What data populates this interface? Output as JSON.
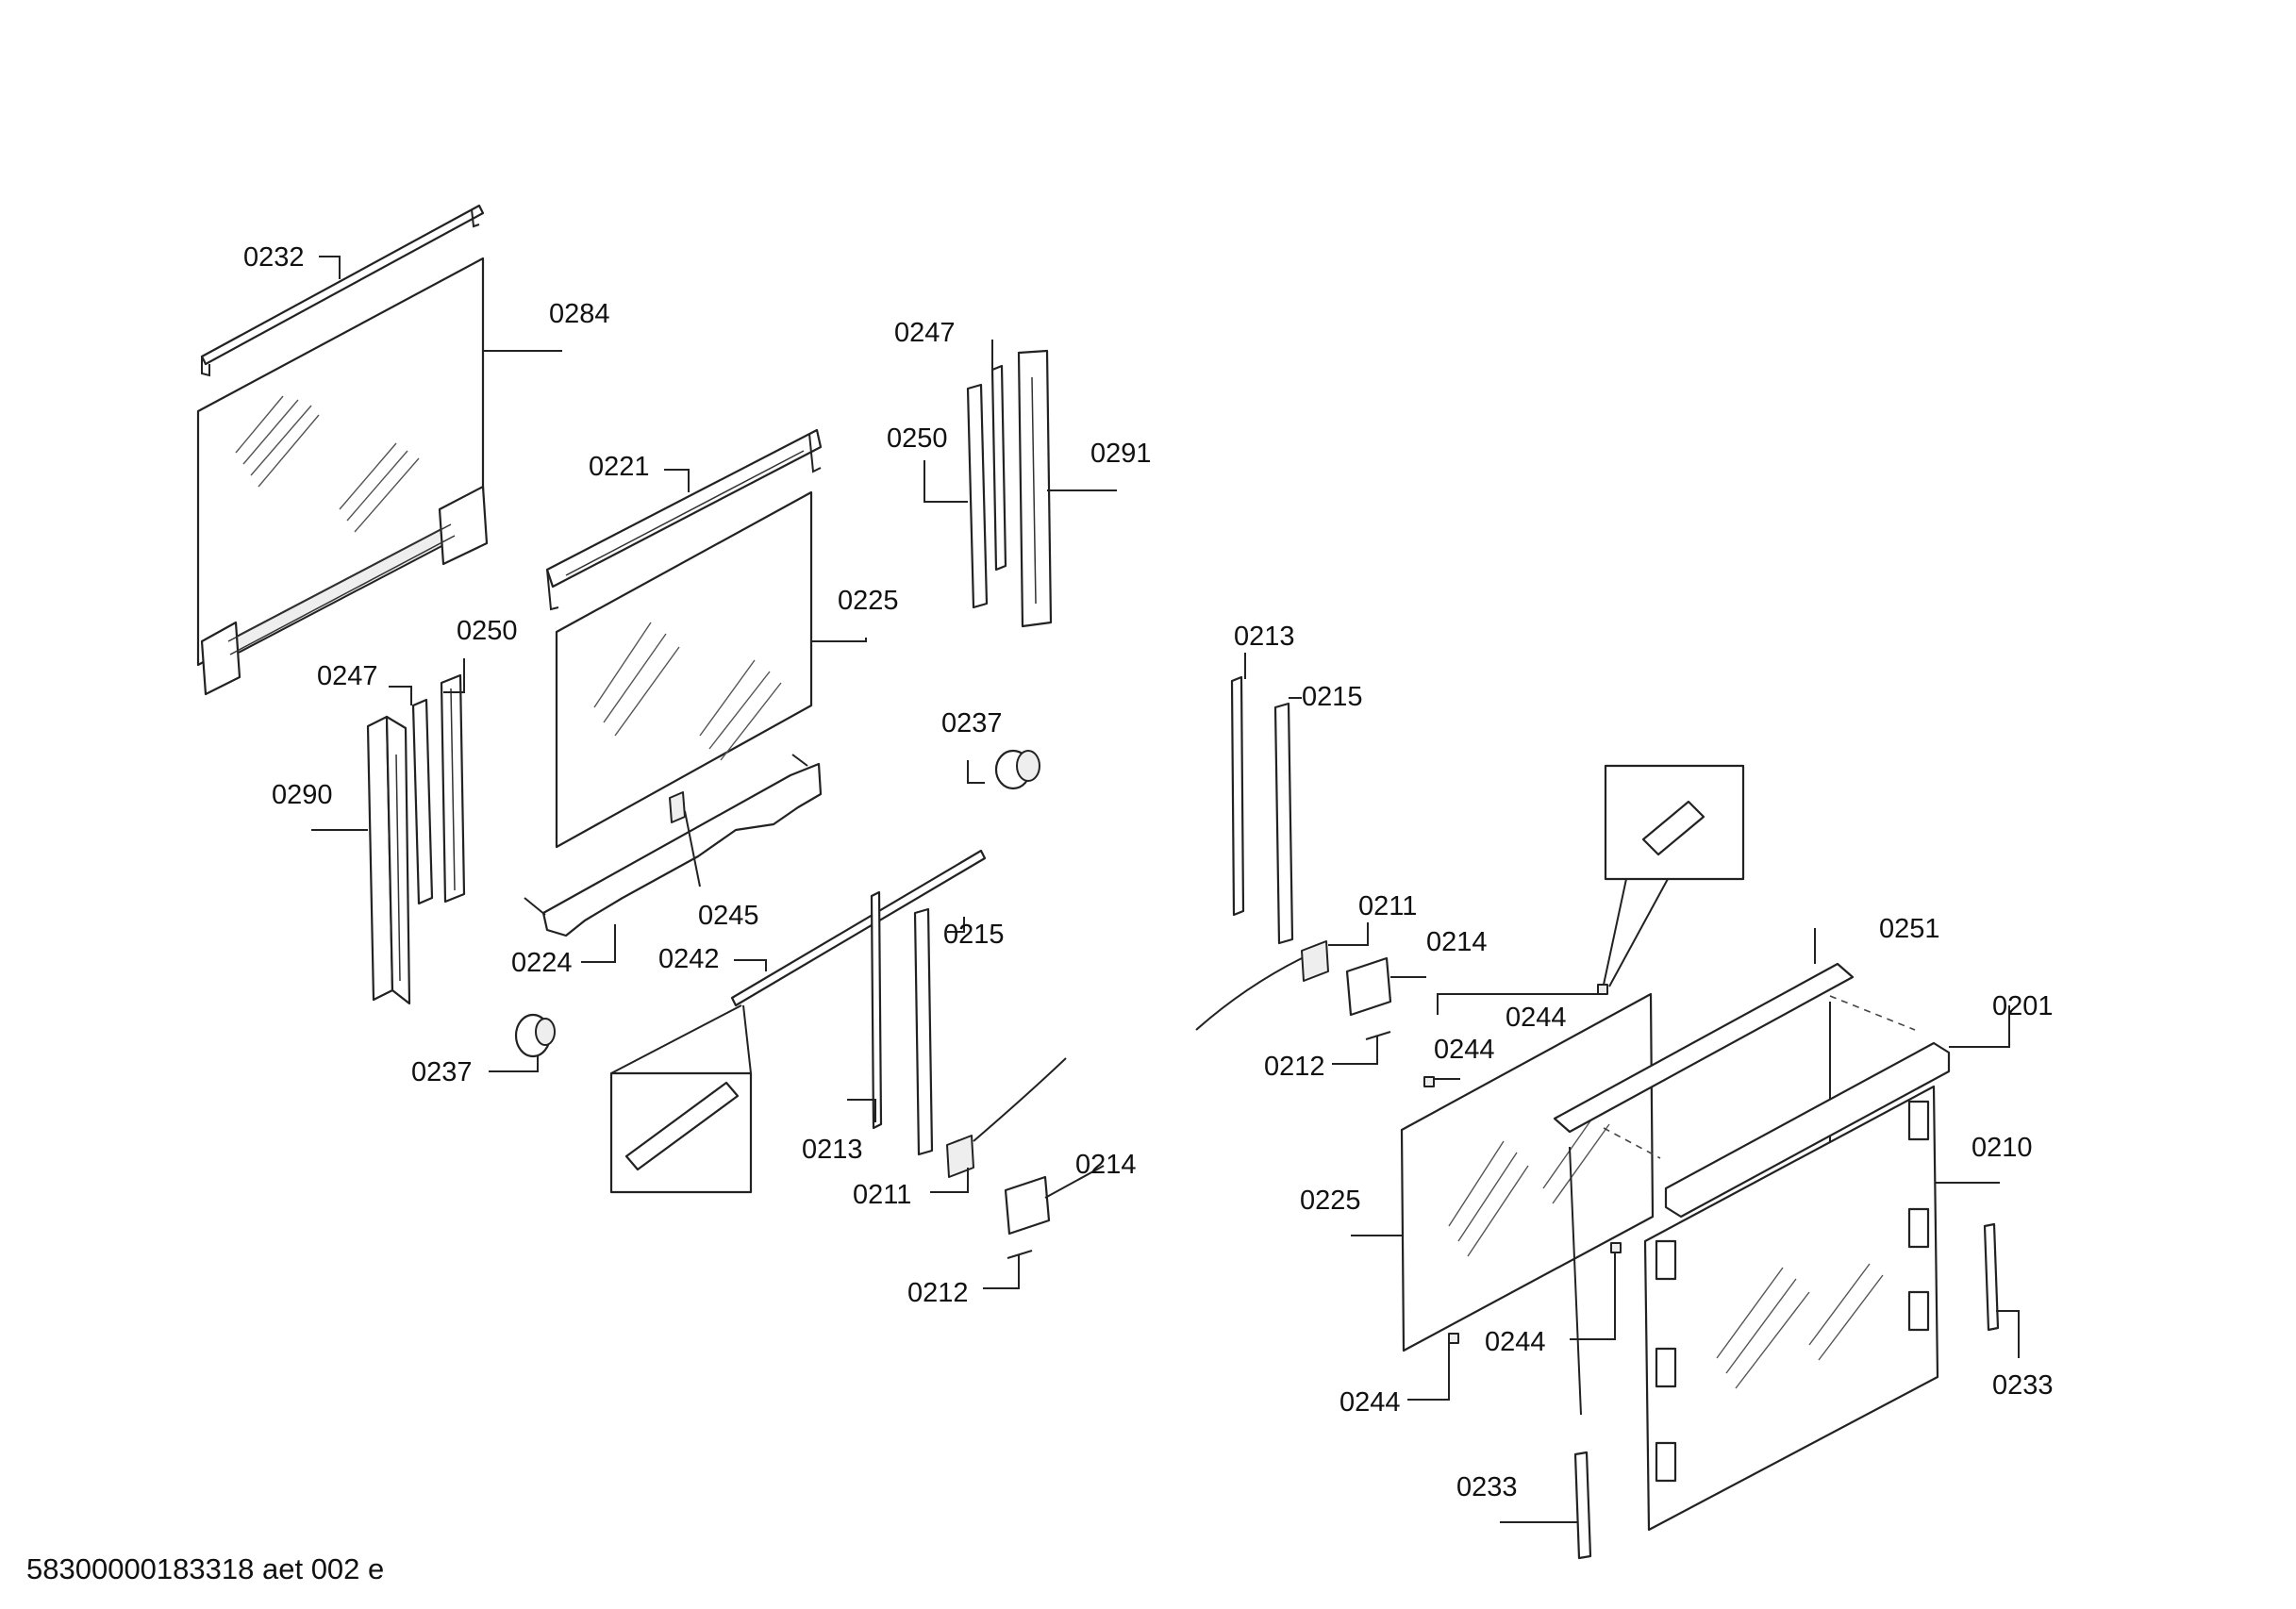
{
  "diagram": {
    "document_id": "58300000183318 aet 002 e",
    "labels": [
      {
        "key": "l0232a",
        "text": "0232"
      },
      {
        "key": "l0284",
        "text": "0284"
      },
      {
        "key": "l0247a",
        "text": "0247"
      },
      {
        "key": "l0250a",
        "text": "0250"
      },
      {
        "key": "l0291",
        "text": "0291"
      },
      {
        "key": "l0221",
        "text": "0221"
      },
      {
        "key": "l0225a",
        "text": "0225"
      },
      {
        "key": "l0250b",
        "text": "0250"
      },
      {
        "key": "l0247b",
        "text": "0247"
      },
      {
        "key": "l0290",
        "text": "0290"
      },
      {
        "key": "l0237a",
        "text": "0237"
      },
      {
        "key": "l0245",
        "text": "0245"
      },
      {
        "key": "l0224",
        "text": "0224"
      },
      {
        "key": "l0242",
        "text": "0242"
      },
      {
        "key": "l0215a",
        "text": "0215"
      },
      {
        "key": "l0237b",
        "text": "0237"
      },
      {
        "key": "l0213a",
        "text": "0213"
      },
      {
        "key": "l0211a",
        "text": "0211"
      },
      {
        "key": "l0214a",
        "text": "0214"
      },
      {
        "key": "l0212a",
        "text": "0212"
      },
      {
        "key": "l0213b",
        "text": "0213"
      },
      {
        "key": "l0215b",
        "text": "0215"
      },
      {
        "key": "l0211b",
        "text": "0211"
      },
      {
        "key": "l0214b",
        "text": "0214"
      },
      {
        "key": "l0212b",
        "text": "0212"
      },
      {
        "key": "l0244a",
        "text": "0244"
      },
      {
        "key": "l0244b",
        "text": "0244"
      },
      {
        "key": "l0251",
        "text": "0251"
      },
      {
        "key": "l0201",
        "text": "0201"
      },
      {
        "key": "l0210",
        "text": "0210"
      },
      {
        "key": "l0225b",
        "text": "0225"
      },
      {
        "key": "l0244c",
        "text": "0244"
      },
      {
        "key": "l0244d",
        "text": "0244"
      },
      {
        "key": "l0233a",
        "text": "0233"
      },
      {
        "key": "l0233b",
        "text": "0233"
      }
    ]
  }
}
